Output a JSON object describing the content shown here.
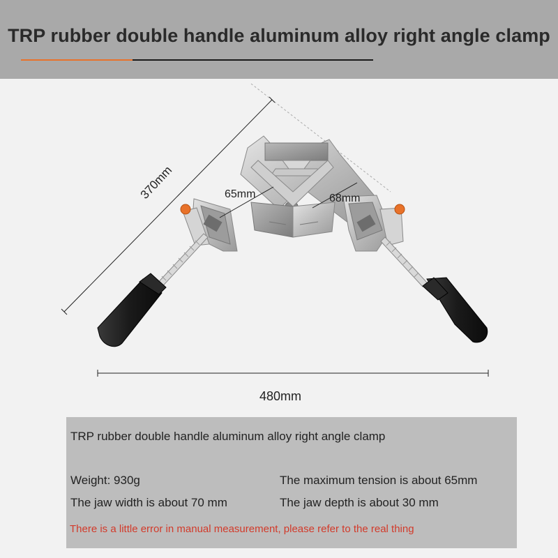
{
  "header": {
    "title": "TRP rubber double handle aluminum alloy right angle clamp",
    "accent_color": "#e8722a"
  },
  "dimensions": {
    "diagonal": "370mm",
    "left_jaw_opening": "65mm",
    "right_jaw_opening": "68mm",
    "width": "480mm"
  },
  "specs": {
    "title": "TRP rubber double handle aluminum alloy right angle clamp",
    "weight": "Weight: 930g",
    "max_tension": "The maximum tension is about 65mm",
    "jaw_width": "The jaw width is about 70 mm",
    "jaw_depth": "The jaw depth is about 30 mm",
    "note": "There is a little error in manual measurement, please refer to the real thing",
    "note_color": "#d23a2a"
  }
}
